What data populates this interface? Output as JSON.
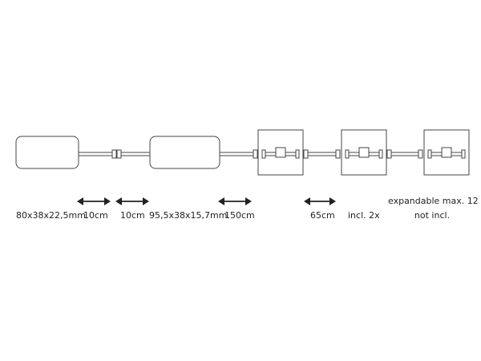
{
  "labels": {
    "driver_dim": "80x38x22,5mm",
    "cable_1": "10cm",
    "cable_2": "10cm",
    "controller_dim": "95,5x38x15,7mm",
    "cable_3": "150cm",
    "cable_4": "65cm",
    "included": "incl. 2x",
    "expandable_line1": "expandable max. 12",
    "expandable_line2": "not incl."
  },
  "colors": {
    "stroke": "#444444",
    "text": "#222222"
  }
}
